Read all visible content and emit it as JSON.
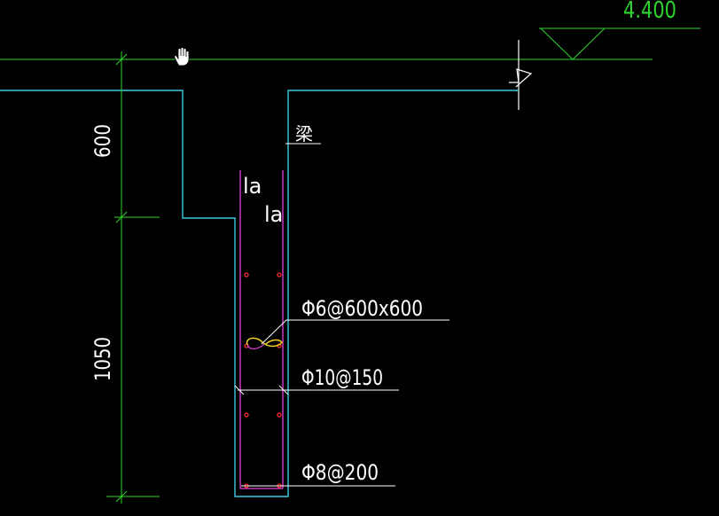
{
  "drawing": {
    "elevation_label": "4.400",
    "beam_label": "梁",
    "anchorage_label_outer": "la",
    "anchorage_label_inner": "la",
    "dim_top": "600",
    "dim_bottom": "1050",
    "rebar_tie": "Φ6@600x600",
    "rebar_horizontal": "Φ10@150",
    "rebar_vertical": "Φ8@200"
  },
  "colors": {
    "background": "#000000",
    "dimension_green": "#2fd22f",
    "text_white": "#ffffff",
    "outline_cyan": "#3ec8e0",
    "rebar_magenta": "#e040e0",
    "rebar_dot_red": "#ff2a2a",
    "tie_yellow": "#f0d020"
  },
  "icons": {
    "cursor": "hand-cursor-icon",
    "break_mark": "break-line-icon",
    "elevation_mark": "elevation-triangle-icon"
  }
}
